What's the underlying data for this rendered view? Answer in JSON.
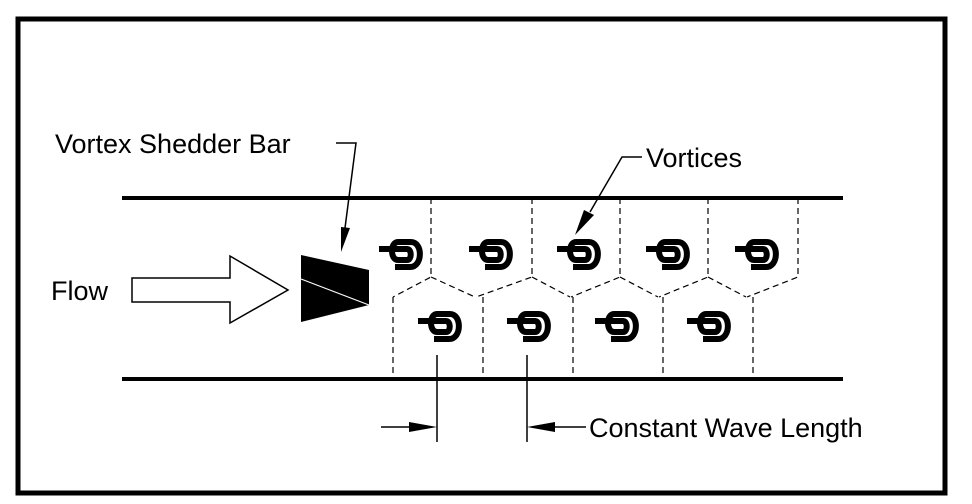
{
  "labels": {
    "shedder": "Vortex Shedder Bar",
    "vortices": "Vortices",
    "flow": "Flow",
    "wavelength": "Constant Wave Length"
  },
  "colors": {
    "ink": "#000000",
    "background": "#ffffff"
  }
}
